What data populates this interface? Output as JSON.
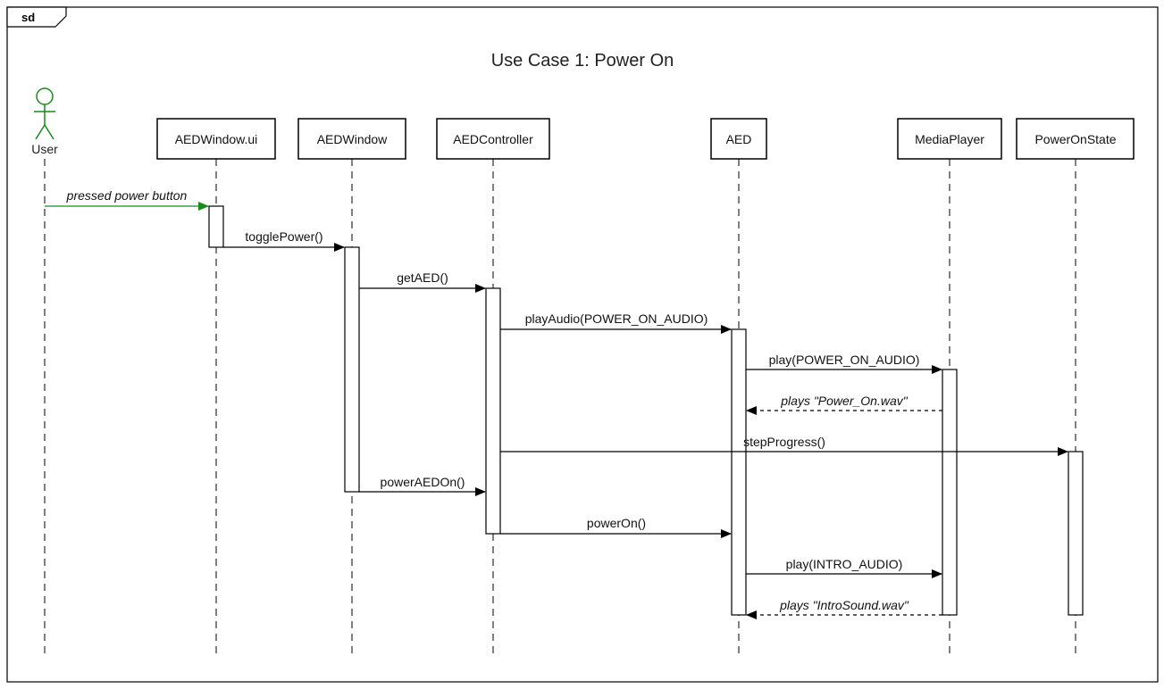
{
  "frame": {
    "tag": "sd",
    "title": "Use Case 1: Power On"
  },
  "actor": {
    "label": "User",
    "icon": "stick-figure-icon",
    "color": "#1a8a1a"
  },
  "participants": [
    {
      "key": "aedwindow-ui",
      "label": "AEDWindow.ui"
    },
    {
      "key": "aedwindow",
      "label": "AEDWindow"
    },
    {
      "key": "aedcontroller",
      "label": "AEDController"
    },
    {
      "key": "aed",
      "label": "AED"
    },
    {
      "key": "mediaplayer",
      "label": "MediaPlayer"
    },
    {
      "key": "poweronstate",
      "label": "PowerOnState"
    }
  ],
  "messages": [
    {
      "label": "pressed power button",
      "from": "User",
      "to": "AEDWindow.ui",
      "type": "sync",
      "style": "italic",
      "color": "#1a8a1a"
    },
    {
      "label": "togglePower()",
      "from": "AEDWindow.ui",
      "to": "AEDWindow",
      "type": "sync"
    },
    {
      "label": "getAED()",
      "from": "AEDWindow",
      "to": "AEDController",
      "type": "sync"
    },
    {
      "label": "playAudio(POWER_ON_AUDIO)",
      "from": "AEDController",
      "to": "AED",
      "type": "sync"
    },
    {
      "label": "play(POWER_ON_AUDIO)",
      "from": "AED",
      "to": "MediaPlayer",
      "type": "sync"
    },
    {
      "label": "plays \"Power_On.wav\"",
      "from": "MediaPlayer",
      "to": "AED",
      "type": "return",
      "style": "italic"
    },
    {
      "label": "stepProgress()",
      "from": "AEDController",
      "to": "PowerOnState",
      "type": "sync"
    },
    {
      "label": "powerAEDOn()",
      "from": "AEDWindow",
      "to": "AEDController",
      "type": "sync"
    },
    {
      "label": "powerOn()",
      "from": "AEDController",
      "to": "AED",
      "type": "sync"
    },
    {
      "label": "play(INTRO_AUDIO)",
      "from": "AED",
      "to": "MediaPlayer",
      "type": "sync"
    },
    {
      "label": "plays \"IntroSound.wav\"",
      "from": "MediaPlayer",
      "to": "AED",
      "type": "return",
      "style": "italic"
    }
  ]
}
